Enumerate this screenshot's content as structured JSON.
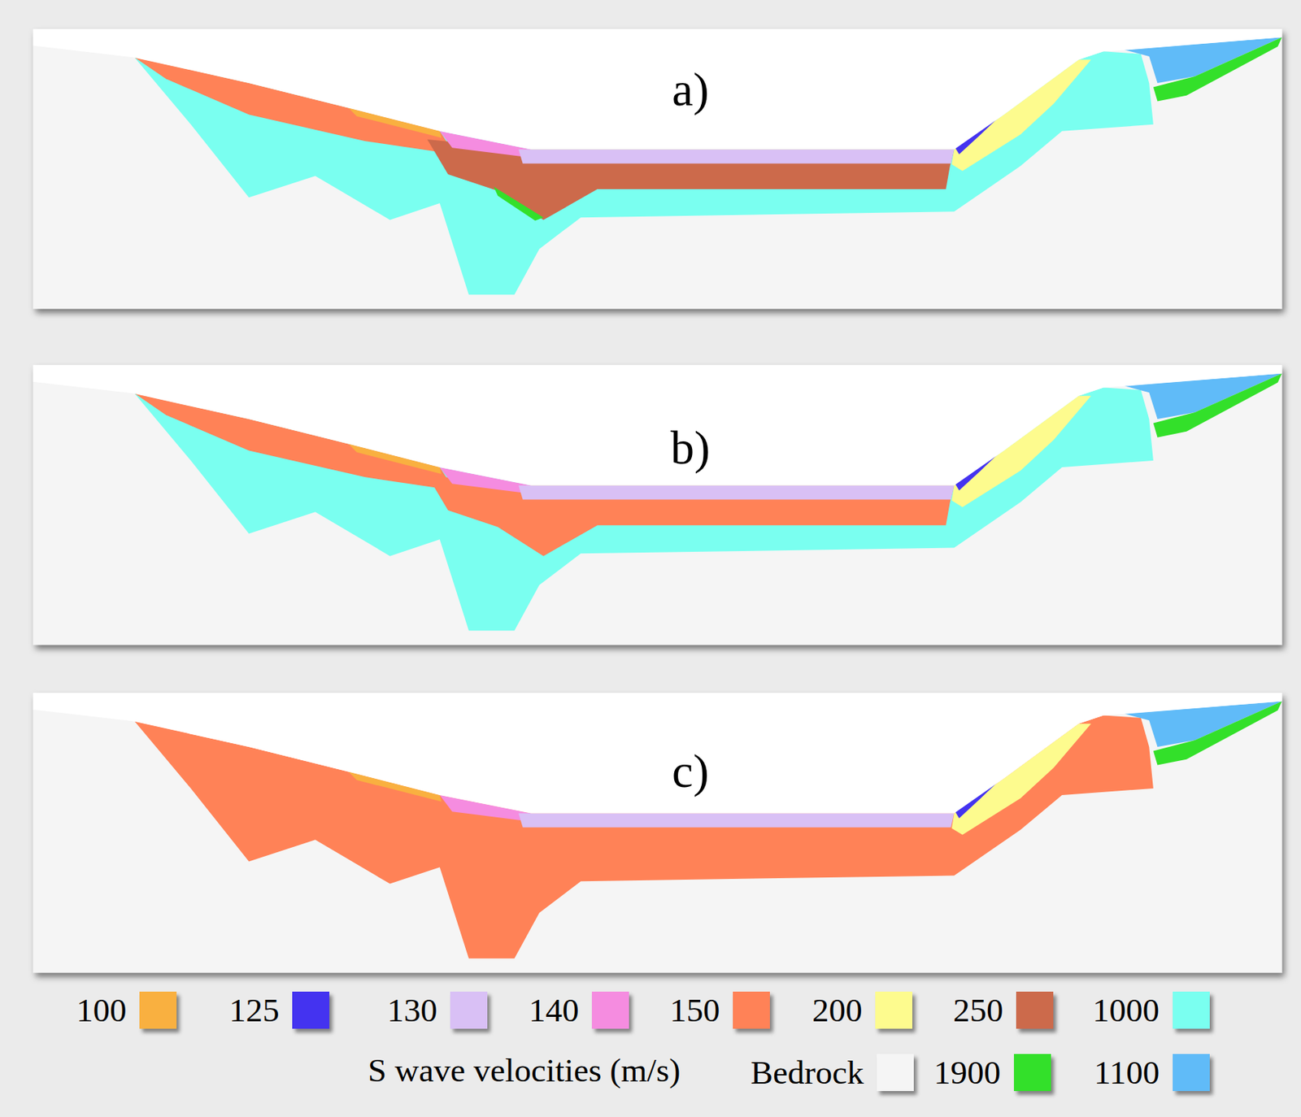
{
  "diagram": {
    "labels": [
      "a)",
      "b)",
      "c)",
      "S wave velocities (m/s)"
    ],
    "legend": [
      {
        "text": "100",
        "color": "#f9b040"
      },
      {
        "text": "125",
        "color": "#4433f0"
      },
      {
        "text": "130",
        "color": "#d9c0f5"
      },
      {
        "text": "140",
        "color": "#f58ce0"
      },
      {
        "text": "150",
        "color": "#ff8257"
      },
      {
        "text": "200",
        "color": "#fdfb8e"
      },
      {
        "text": "250",
        "color": "#cc6a4b"
      },
      {
        "text": "1000",
        "color": "#7afff0"
      },
      {
        "text": "Bedrock",
        "color": "#f5f5f5"
      },
      {
        "text": "1900",
        "color": "#33e02a"
      },
      {
        "text": "1100",
        "color": "#60bbf8"
      }
    ]
  }
}
